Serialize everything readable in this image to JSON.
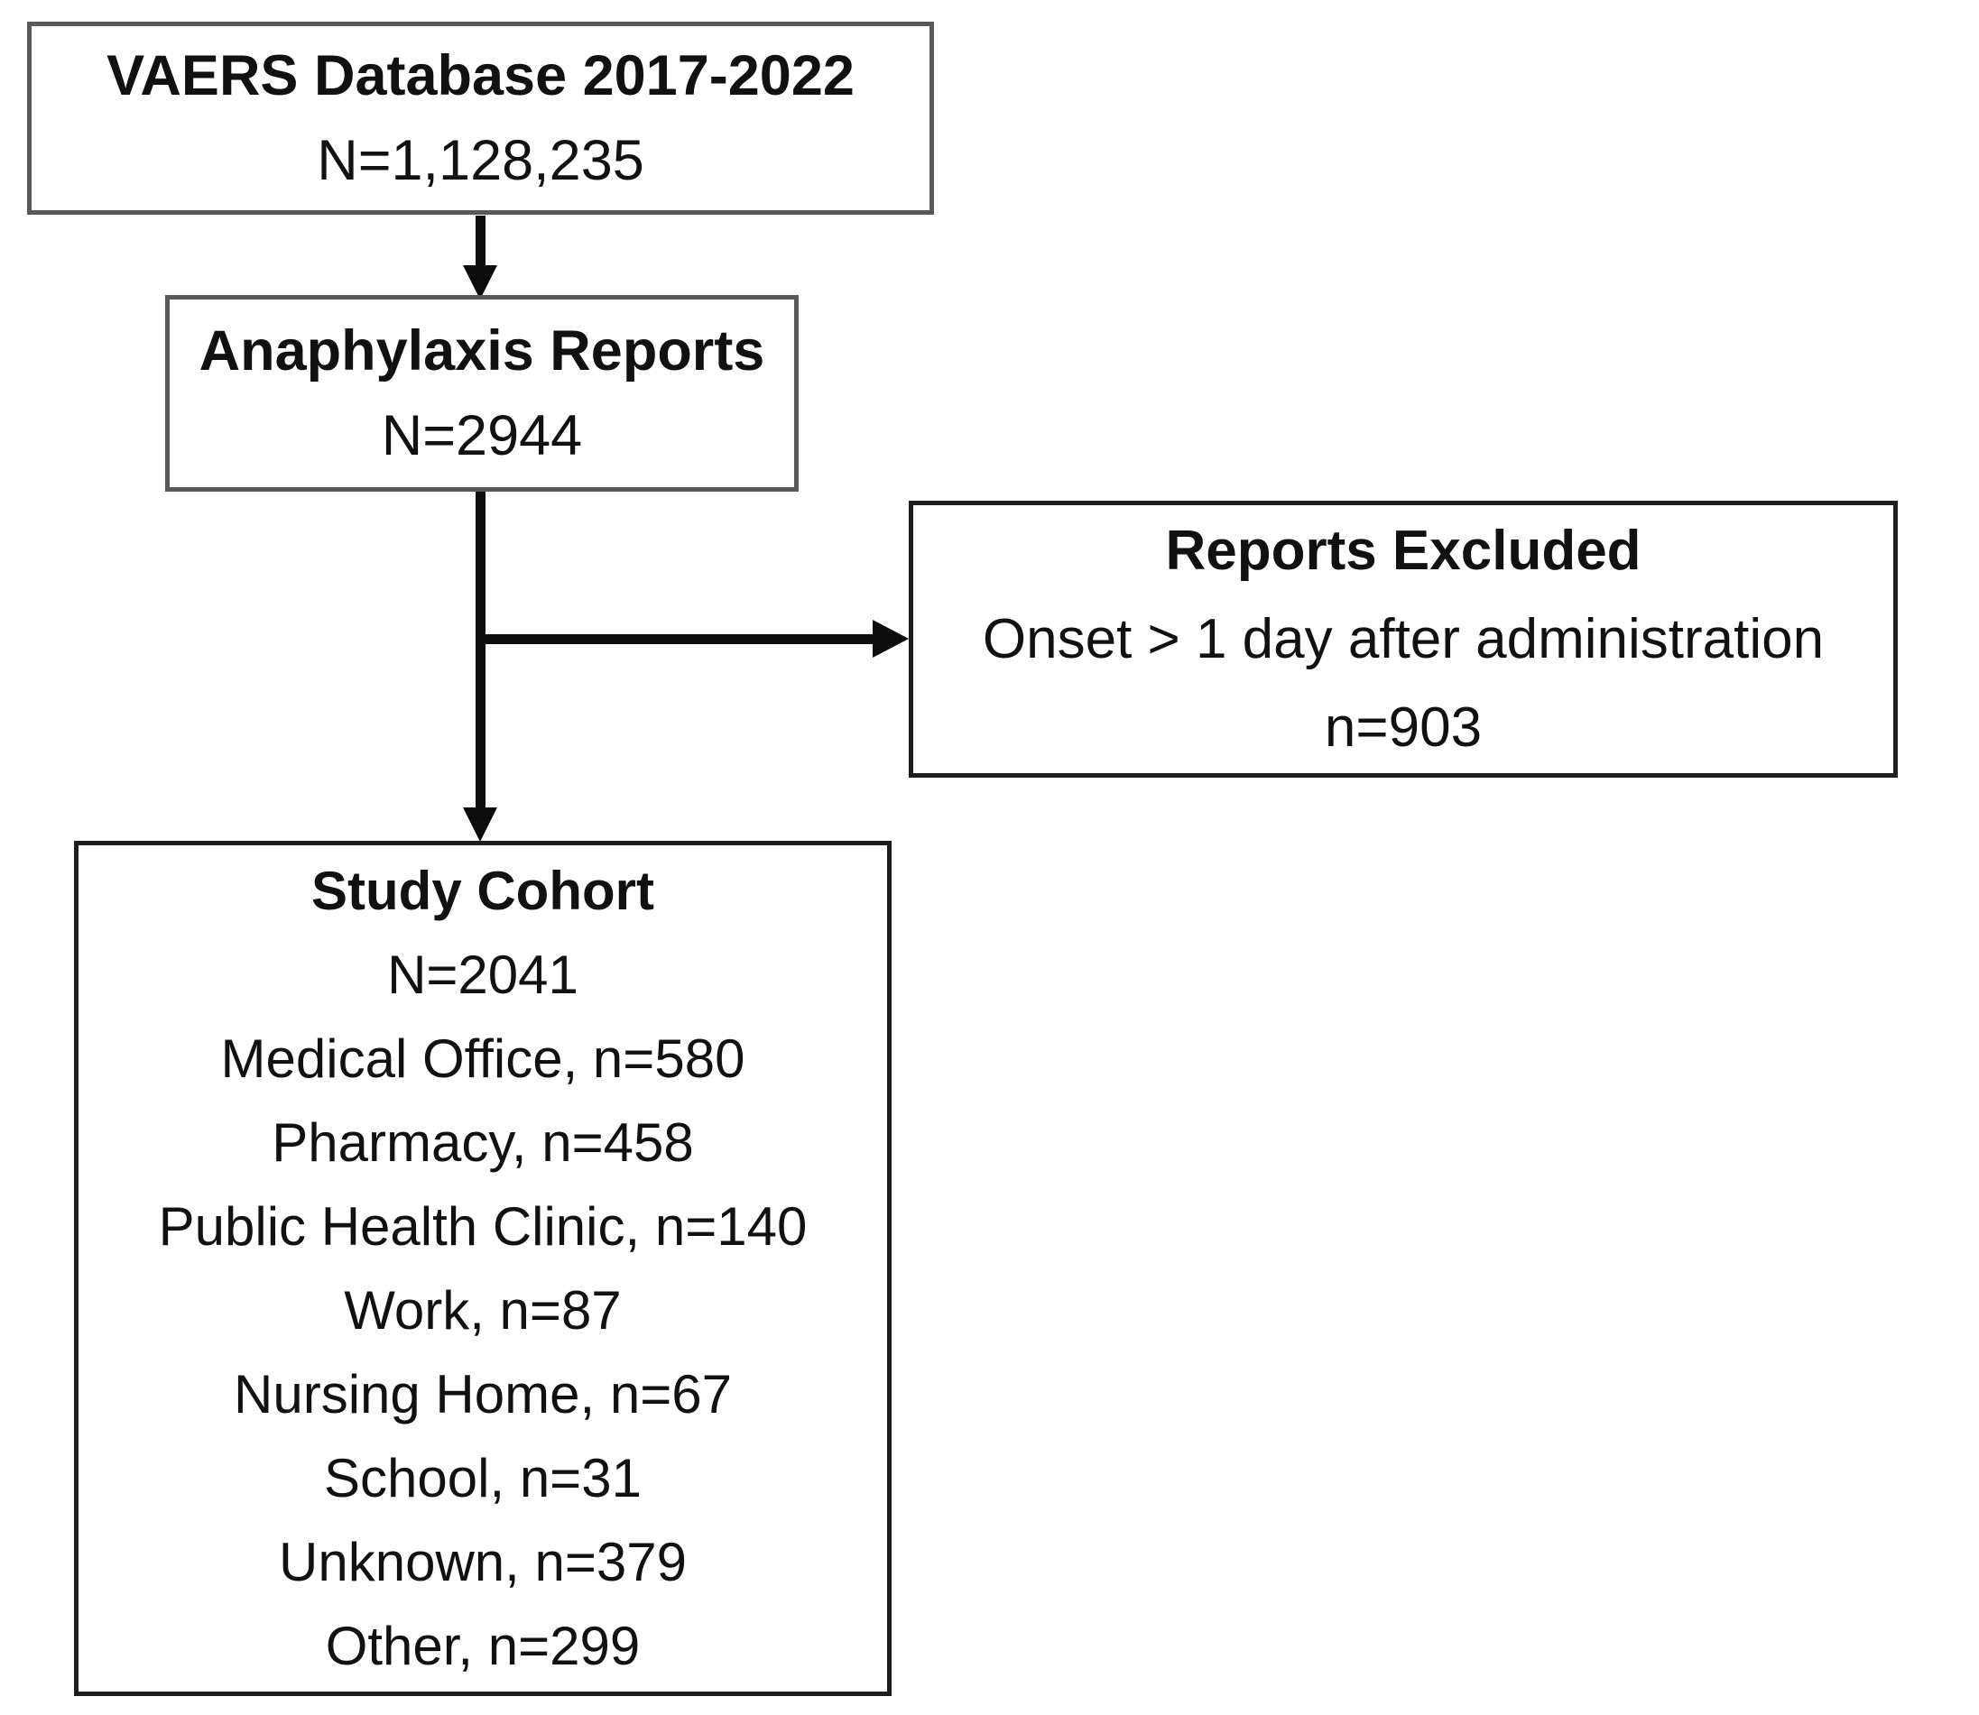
{
  "flowchart": {
    "vaers": {
      "title": "VAERS Database 2017-2022",
      "count": "N=1,128,235"
    },
    "anaphylaxis": {
      "title": "Anaphylaxis Reports",
      "count": "N=2944"
    },
    "excluded": {
      "title": "Reports Excluded",
      "criterion": "Onset > 1 day after administration",
      "count": "n=903"
    },
    "cohort": {
      "title": "Study Cohort",
      "count": "N=2041",
      "breakdown": [
        "Medical Office, n=580",
        "Pharmacy, n=458",
        "Public Health Clinic, n=140",
        "Work, n=87",
        "Nursing Home, n=67",
        "School, n=31",
        "Unknown, n=379",
        "Other, n=299"
      ]
    },
    "colors": {
      "border_gray": "#585858",
      "border_black": "#1e1e1e",
      "arrow": "#0c0c0c",
      "text": "#111111",
      "background": "#ffffff"
    }
  }
}
